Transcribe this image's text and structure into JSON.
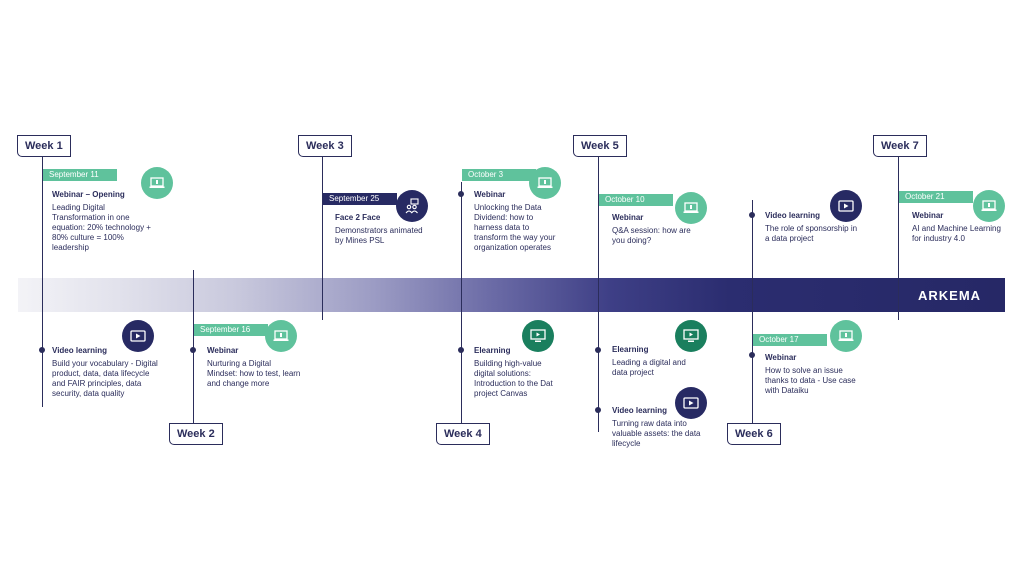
{
  "brand": "ARKEMA",
  "weeks": [
    "Week 1",
    "Week 2",
    "Week 3",
    "Week 4",
    "Week 5",
    "Week 6",
    "Week 7"
  ],
  "items": [
    {
      "date": "September 11",
      "title": "Webinar – Opening",
      "desc": "Leading Digital Transformation in one equation: 20% technology + 80% culture = 100% leadership",
      "icon": "laptop-icon"
    },
    {
      "title": "Video learning",
      "desc": "Build your vocabulary - Digital product, data, data lifecycle and FAIR principles, data security, data quality",
      "icon": "video-icon"
    },
    {
      "date": "September 16",
      "title": "Webinar",
      "desc": "Nurturing a Digital Mindset: how to test, learn and change more",
      "icon": "laptop-icon"
    },
    {
      "date": "September 25",
      "title": "Face 2 Face",
      "desc": "Demonstrators animated by Mines PSL",
      "icon": "people-board-icon"
    },
    {
      "date": "October 3",
      "title": "Webinar",
      "desc": "Unlocking the Data Dividend: how to harness data to transform the way your organization operates",
      "icon": "laptop-icon"
    },
    {
      "title": "Elearning",
      "desc": "Building high-value digital solutions: Introduction to the Dat project Canvas",
      "icon": "monitor-play-icon"
    },
    {
      "date": "October 10",
      "title": "Webinar",
      "desc": "Q&A session: how are you doing?",
      "icon": "laptop-icon"
    },
    {
      "title": "Elearning",
      "desc": "Leading a digital and data project",
      "icon": "monitor-play-icon"
    },
    {
      "title": "Video learning",
      "desc": "Turning raw data into valuable assets: the data lifecycle",
      "icon": "video-icon"
    },
    {
      "title": "Video learning",
      "desc": "The role of sponsorship in a data project",
      "icon": "video-icon"
    },
    {
      "date": "October 17",
      "title": "Webinar",
      "desc": "How to solve an issue thanks to data - Use case with Dataiku",
      "icon": "laptop-icon"
    },
    {
      "date": "October 21",
      "title": "Webinar",
      "desc": "AI and Machine Learning for industry 4.0",
      "icon": "laptop-icon"
    }
  ]
}
